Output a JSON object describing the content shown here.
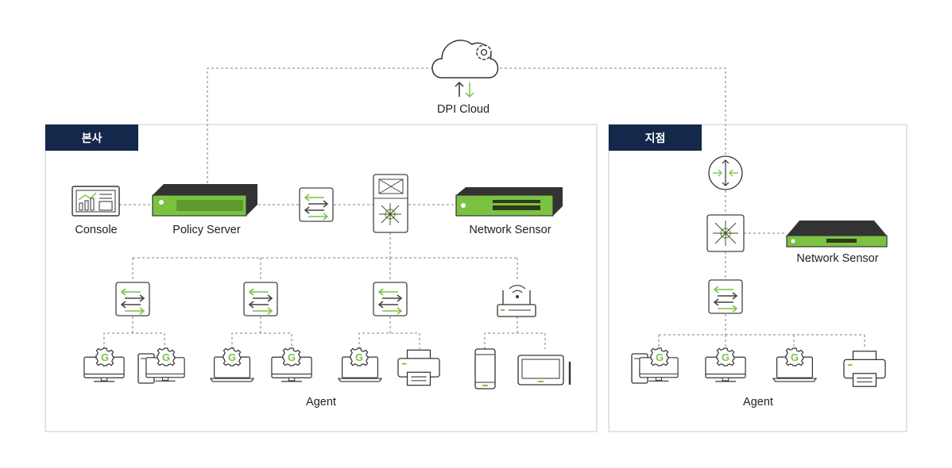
{
  "cloud": {
    "label": "DPI Cloud",
    "icon": "cloud-gear-icon"
  },
  "hq": {
    "tag": "본사",
    "console": {
      "label": "Console",
      "icon": "console-monitor-icon"
    },
    "policy_server": {
      "label": "Policy Server",
      "icon": "rack-server-icon"
    },
    "network_sensor": {
      "label": "Network Sensor",
      "icon": "network-sensor-appliance-icon"
    },
    "agent_label": "Agent"
  },
  "branch": {
    "tag": "지점",
    "network_sensor": {
      "label": "Network Sensor",
      "icon": "network-sensor-appliance-icon"
    },
    "agent_label": "Agent"
  },
  "colors": {
    "accent": "#7cc242",
    "navy": "#14284b",
    "line": "#9a9a9a",
    "border": "#c8c8c8"
  }
}
